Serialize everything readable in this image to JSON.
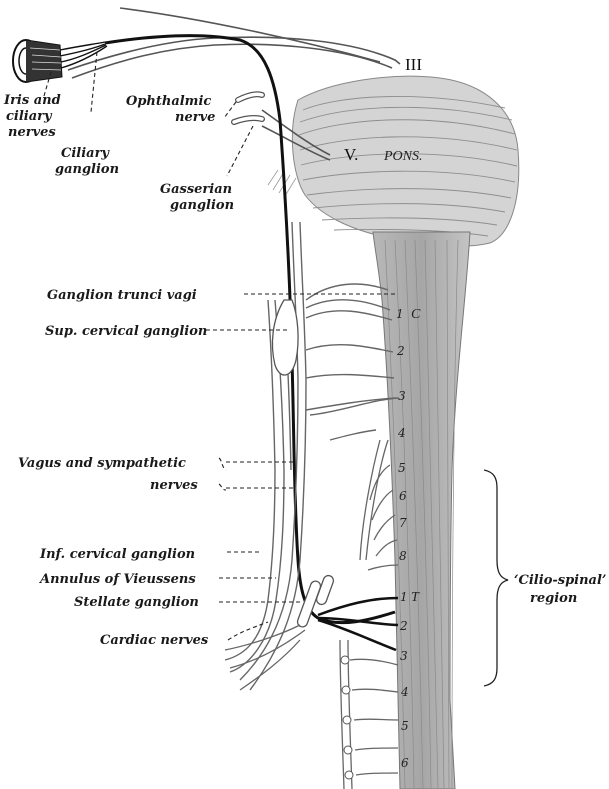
{
  "labels": {
    "iris_line1": "Iris and",
    "iris_line2": "ciliary",
    "iris_line3": "nerves",
    "ciliary_ganglion_line1": "Ciliary",
    "ciliary_ganglion_line2": "ganglion",
    "ophthalmic_line1": "Ophthalmic",
    "ophthalmic_line2": "nerve",
    "gasserian_line1": "Gasserian",
    "gasserian_line2": "ganglion",
    "third_nerve": "III",
    "fifth_nerve": "V.",
    "pons": "PONS.",
    "ganglion_trunci_vagi": "Ganglion trunci vagi",
    "sup_cervical": "Sup. cervical ganglion",
    "vagus_line1": "Vagus and sympathetic",
    "vagus_line2": "nerves",
    "inf_cervical": "Inf. cervical ganglion",
    "annulus": "Annulus of Vieussens",
    "stellate": "Stellate ganglion",
    "cardiac": "Cardiac nerves",
    "cervical_marker": "C",
    "thoracic_marker": "T",
    "cilio_line1": "‘Cilio-spinal’",
    "cilio_line2": "region"
  },
  "cervical_numbers": [
    "1",
    "2",
    "3",
    "4",
    "5",
    "6",
    "7",
    "8"
  ],
  "thoracic_numbers": [
    "1",
    "2",
    "3",
    "4",
    "5",
    "6"
  ]
}
